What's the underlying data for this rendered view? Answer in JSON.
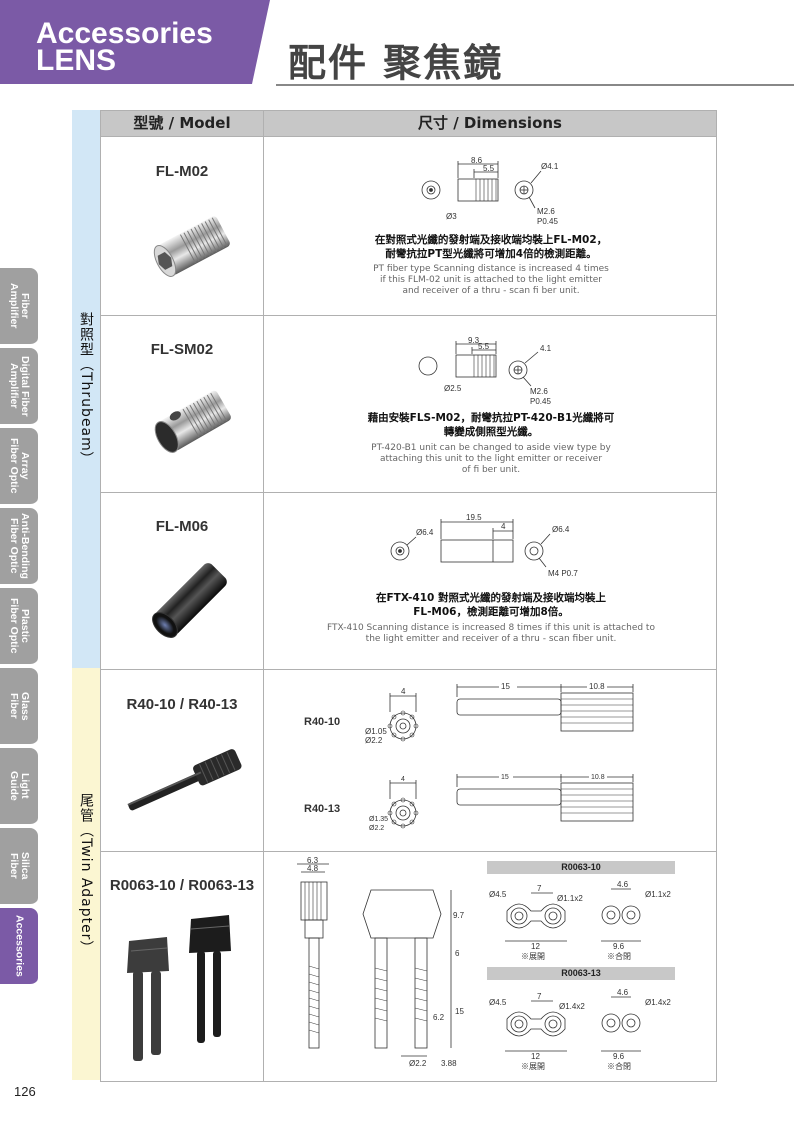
{
  "header": {
    "title_en_line1": "Accessories",
    "title_en_line2": "LENS",
    "title_zh": "配件 聚焦鏡"
  },
  "side_tabs": [
    {
      "label": "Fiber\nAmplifier",
      "active": false
    },
    {
      "label": "Digital Fiber\nAmplifier",
      "active": false
    },
    {
      "label": "Array\nFiber Optic",
      "active": false
    },
    {
      "label": "Anti-Bending\nFiber Optic",
      "active": false
    },
    {
      "label": "Plastic\nFiber Optic",
      "active": false
    },
    {
      "label": "Glass\nFiber",
      "active": false
    },
    {
      "label": "Light\nGuide",
      "active": false
    },
    {
      "label": "Silica\nFiber",
      "active": false
    },
    {
      "label": "Accessories",
      "active": true
    }
  ],
  "table": {
    "col_model": "型號 / Model",
    "col_dimensions": "尺寸 / Dimensions"
  },
  "groups": {
    "thrubeam": "對照型（Thrubeam）",
    "twin": "尾管（Twin Adapter）"
  },
  "products": {
    "flm02": {
      "model": "FL-M02",
      "dims": {
        "len": "8.6",
        "len2": "5.5",
        "dia": "Ø4.1",
        "dia_end": "Ø3",
        "thread": "M2.6",
        "pitch": "P0.45"
      },
      "desc_zh_1": "在對照式光纖的發射端及接收端均裝上FL-M02，",
      "desc_zh_2": "耐彎抗拉PT型光纖將可增加4倍的檢測距離。",
      "desc_en_1": "PT fiber type Scanning distance is increased 4 times",
      "desc_en_2": "if this FLM-02 unit is attached to the light emitter",
      "desc_en_3": "and receiver of a thru - scan fi ber unit."
    },
    "flsm02": {
      "model": "FL-SM02",
      "dims": {
        "len": "9.3",
        "len2": "5.5",
        "dia": "4.1",
        "dia_end": "Ø2.5",
        "thread": "M2.6",
        "pitch": "P0.45"
      },
      "desc_zh_1": "藉由安裝FLS-M02，耐彎抗拉PT-420-B1光纖將可",
      "desc_zh_2": "轉變成側照型光纖。",
      "desc_en_1": "PT-420-B1 unit can be changed to aside view type by",
      "desc_en_2": "attaching this unit to the light emitter or receiver",
      "desc_en_3": "of fi ber unit."
    },
    "flm06": {
      "model": "FL-M06",
      "dims": {
        "len": "19.5",
        "len2": "4",
        "dia_left": "Ø6.4",
        "dia_right": "Ø6.4",
        "thread": "M4 P0.7"
      },
      "desc_zh_1": "在FTX-410 對照式光纖的發射端及接收端均裝上",
      "desc_zh_2": "FL-M06，檢測距離可增加8倍。",
      "desc_en_1": "FTX-410 Scanning distance is increased 8 times if this unit is attached to",
      "desc_en_2": "the light emitter and receiver of a thru - scan fiber unit."
    },
    "r40": {
      "model": "R40-10 / R40-13",
      "r4010": {
        "label": "R40-10",
        "w": "4",
        "d1": "Ø1.05",
        "d2": "Ø2.2",
        "len1": "15",
        "len2": "10.8"
      },
      "r4013": {
        "label": "R40-13",
        "w": "4",
        "d1": "Ø1.35",
        "d2": "Ø2.2",
        "len1": "15",
        "len2": "10.8"
      }
    },
    "r0063": {
      "model": "R0063-10 / R0063-13",
      "side": {
        "w1": "6.3",
        "w2": "4.8",
        "h1": "9.7",
        "h2": "6",
        "h3": "15",
        "d1": "6.2",
        "d2": "Ø2.2",
        "len": "3.88"
      },
      "r006310": {
        "title": "R0063-10",
        "d_outer": "Ø4.5",
        "pitch": "7",
        "hole": "Ø1.1x2",
        "width": "12",
        "open": "※展開",
        "closed_w": "4.6",
        "closed_hole": "Ø1.1x2",
        "closed_width": "9.6",
        "closed": "※合閉"
      },
      "r006313": {
        "title": "R0063-13",
        "d_outer": "Ø4.5",
        "pitch": "7",
        "hole": "Ø1.4x2",
        "width": "12",
        "open": "※展開",
        "closed_w": "4.6",
        "closed_hole": "Ø1.4x2",
        "closed_width": "9.6",
        "closed": "※合閉"
      }
    }
  },
  "page_number": "126"
}
